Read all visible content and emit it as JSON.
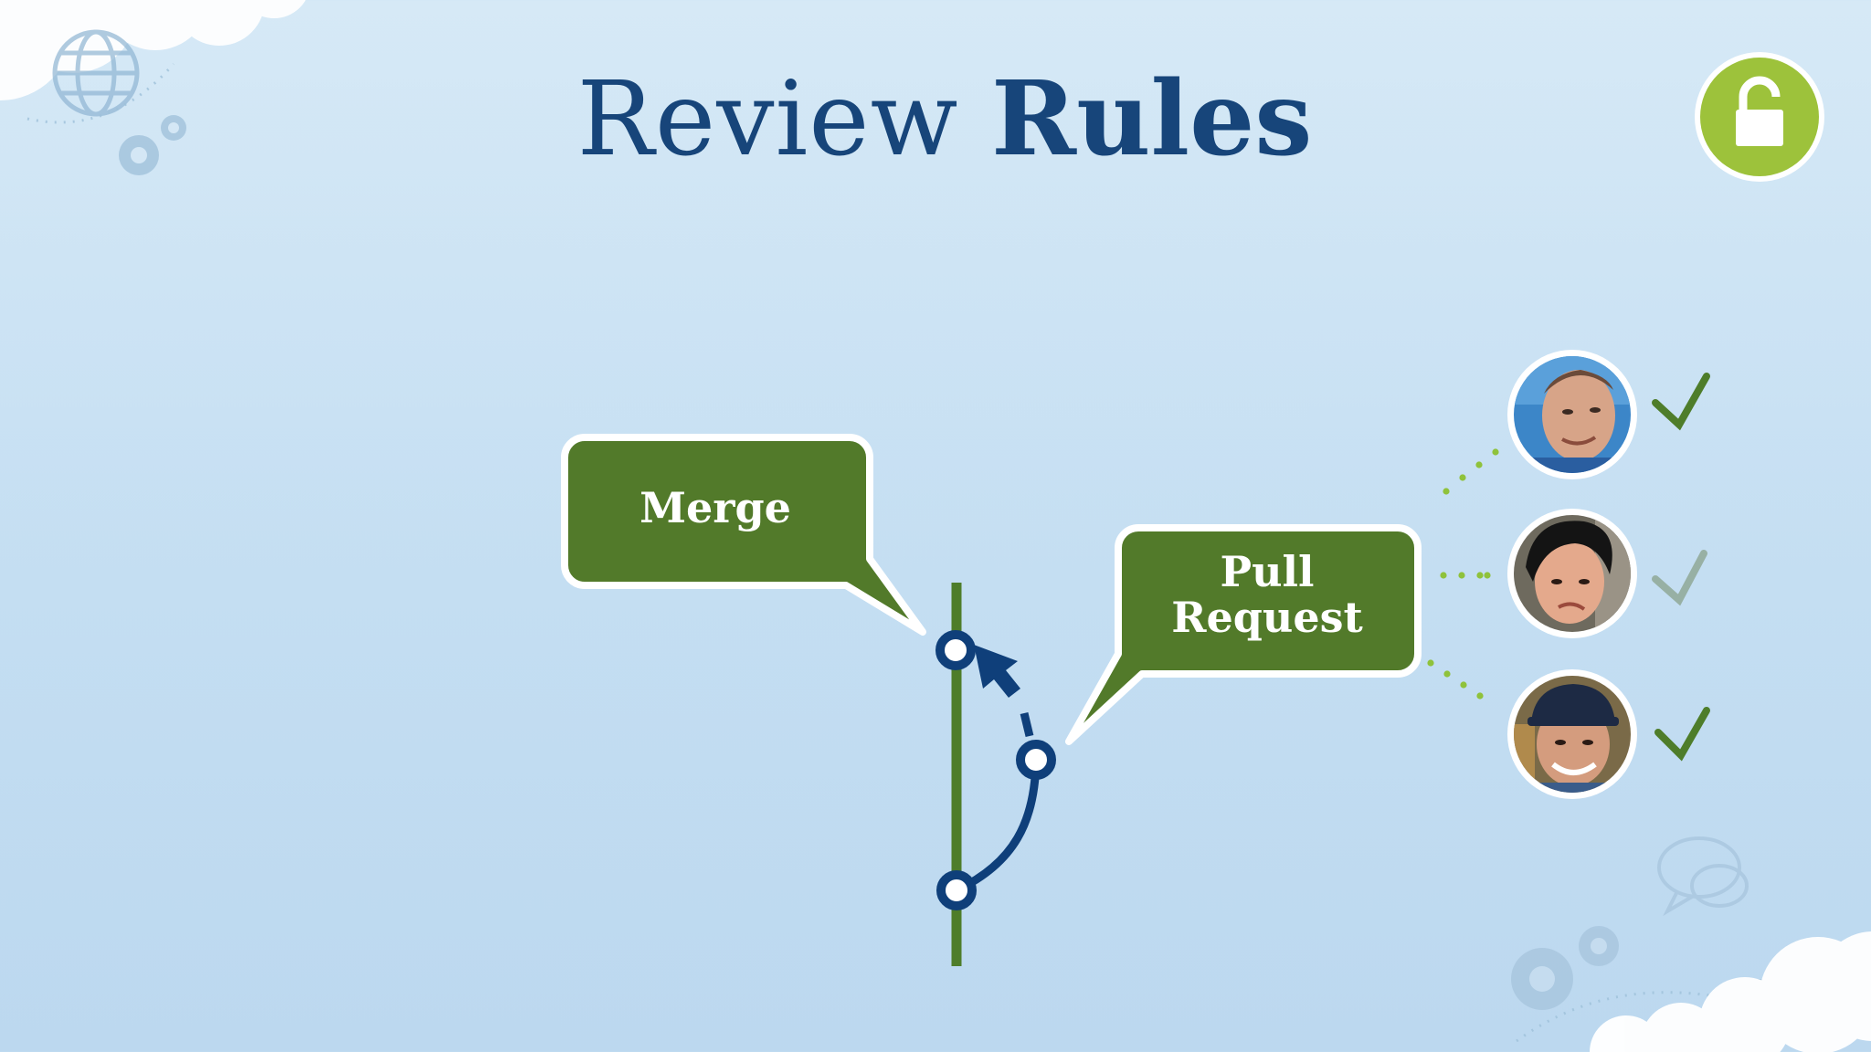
{
  "title": {
    "light": "Review",
    "bold": "Rules"
  },
  "colors": {
    "title": "#17457a",
    "bubble_fill": "#527a2a",
    "lock_green": "#9dc23b",
    "branch_green": "#4e7d2a",
    "commit_blue": "#0f3f7a",
    "check_green": "#4e7d2a",
    "check_faded": "#8fa897"
  },
  "diagram": {
    "merge_label": "Merge",
    "pull_request_label_line1": "Pull",
    "pull_request_label_line2": "Request"
  },
  "reviewers": [
    {
      "approved": true
    },
    {
      "approved": false
    },
    {
      "approved": true
    }
  ]
}
